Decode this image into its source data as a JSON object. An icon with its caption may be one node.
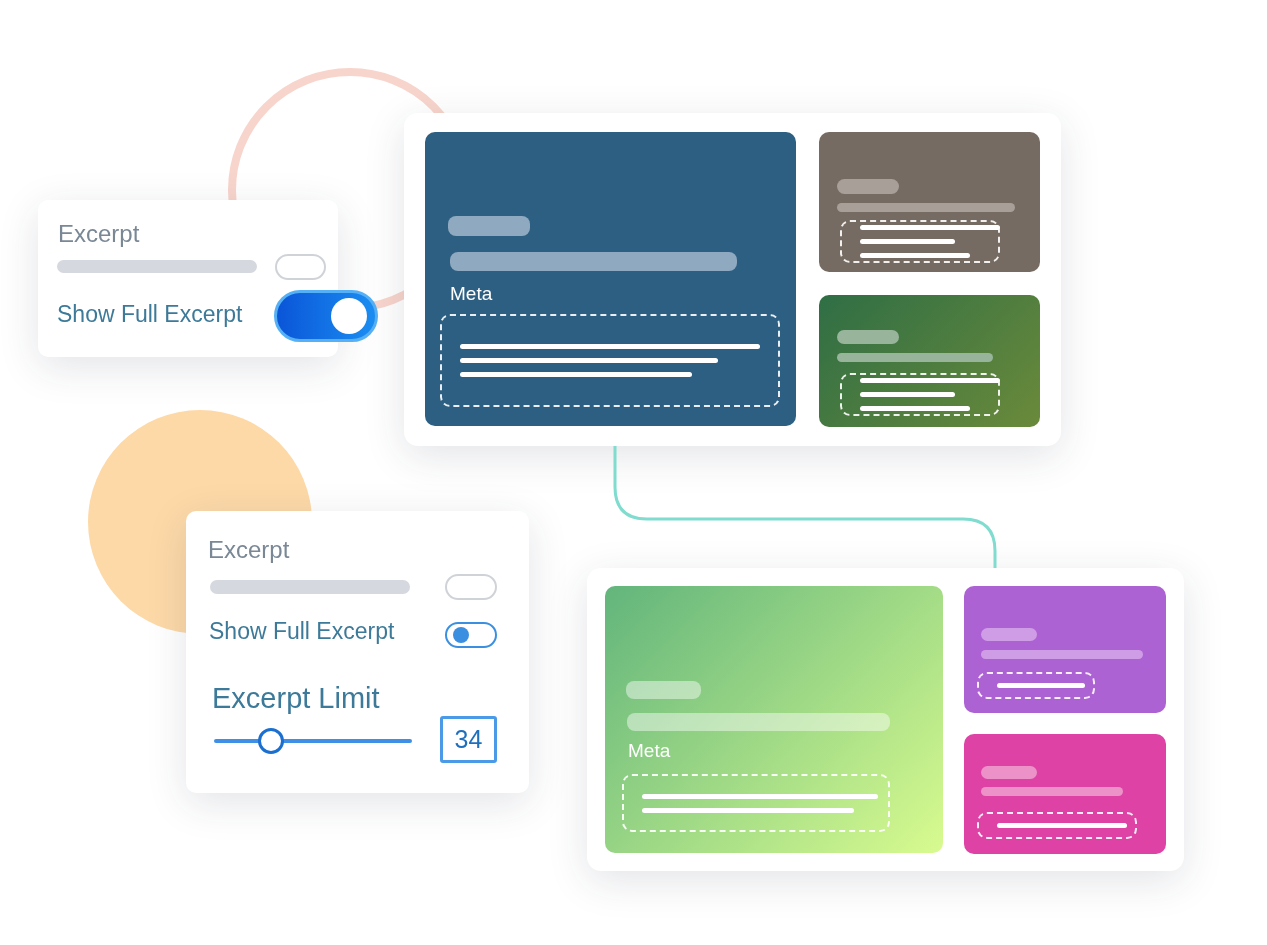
{
  "diagram": {
    "nodes": [
      {
        "text": [
          "Excerpt",
          "Show Full Excerpt"
        ]
      },
      {
        "text": [],
        "shape": "box"
      },
      {
        "text": [
          "Meta"
        ],
        "in": 1
      },
      {
        "text": [],
        "shape": "box",
        "in": 1
      },
      {
        "text": [],
        "shape": "box",
        "in": 1
      },
      {
        "text": [
          "Excerpt",
          "Show Full Excerpt",
          "Excerpt Limit",
          "34"
        ]
      },
      {
        "text": [],
        "shape": "box"
      },
      {
        "text": [
          "Meta"
        ],
        "in": 6
      },
      {
        "text": [],
        "shape": "box",
        "in": 6
      },
      {
        "text": [],
        "shape": "box",
        "in": 6
      }
    ],
    "edges": [
      {
        "from": 1,
        "to": 6,
        "arrow": "none"
      }
    ]
  }
}
